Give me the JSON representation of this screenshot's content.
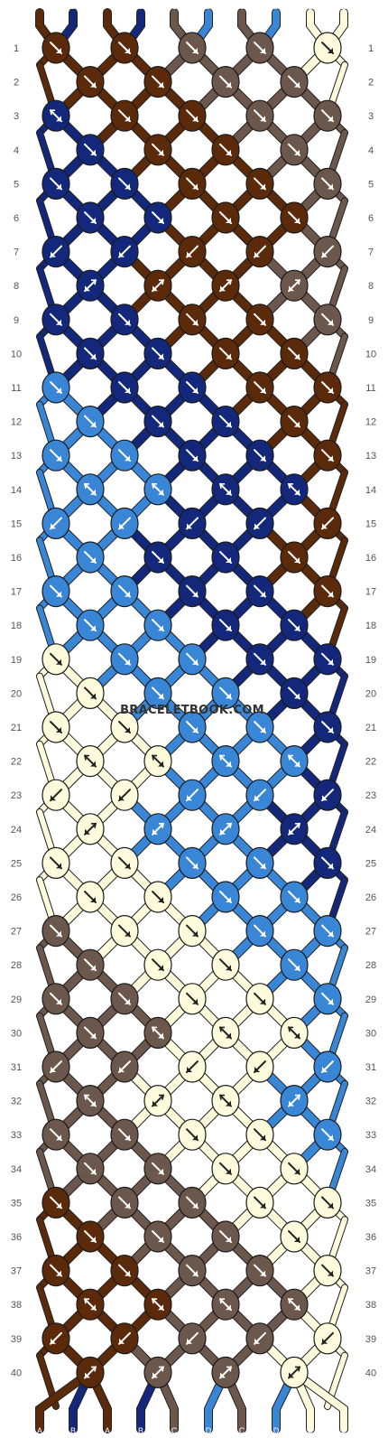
{
  "colors": {
    "A": "#5a2a0a",
    "B": "#13287a",
    "C": "#6b574b",
    "D": "#3a86d6",
    "E": "#fdfbdc"
  },
  "string_labels": [
    "A",
    "B",
    "A",
    "B",
    "C",
    "D",
    "C",
    "D",
    "E",
    "E"
  ],
  "watermark": "BRACELETBOOK.COM",
  "row_count": 40,
  "knot_rows": [
    {
      "knots": [
        {
          "c": "A",
          "d": "right"
        },
        {
          "c": "A",
          "d": "right"
        },
        {
          "c": "C",
          "d": "right"
        },
        {
          "c": "C",
          "d": "right"
        },
        {
          "c": "E",
          "d": "right"
        }
      ]
    },
    {
      "knots": [
        {
          "c": "A",
          "d": "right"
        },
        {
          "c": "A",
          "d": "right"
        },
        {
          "c": "C",
          "d": "right"
        },
        {
          "c": "C",
          "d": "right"
        }
      ]
    },
    {
      "knots": [
        {
          "c": "B",
          "d": "right-back"
        },
        {
          "c": "A",
          "d": "right"
        },
        {
          "c": "A",
          "d": "right"
        },
        {
          "c": "C",
          "d": "right"
        },
        {
          "c": "C",
          "d": "right"
        }
      ]
    },
    {
      "knots": [
        {
          "c": "B",
          "d": "right"
        },
        {
          "c": "A",
          "d": "right"
        },
        {
          "c": "A",
          "d": "right"
        },
        {
          "c": "C",
          "d": "right"
        }
      ]
    },
    {
      "knots": [
        {
          "c": "B",
          "d": "right"
        },
        {
          "c": "B",
          "d": "right"
        },
        {
          "c": "A",
          "d": "right"
        },
        {
          "c": "A",
          "d": "right"
        },
        {
          "c": "C",
          "d": "right"
        }
      ]
    },
    {
      "knots": [
        {
          "c": "B",
          "d": "right"
        },
        {
          "c": "B",
          "d": "right"
        },
        {
          "c": "A",
          "d": "right"
        },
        {
          "c": "A",
          "d": "right"
        }
      ]
    },
    {
      "knots": [
        {
          "c": "B",
          "d": "left"
        },
        {
          "c": "B",
          "d": "left"
        },
        {
          "c": "A",
          "d": "left"
        },
        {
          "c": "A",
          "d": "left"
        },
        {
          "c": "C",
          "d": "left"
        }
      ]
    },
    {
      "knots": [
        {
          "c": "B",
          "d": "left-back"
        },
        {
          "c": "A",
          "d": "left-back"
        },
        {
          "c": "A",
          "d": "left-back"
        },
        {
          "c": "C",
          "d": "left-back"
        }
      ]
    },
    {
      "knots": [
        {
          "c": "B",
          "d": "right"
        },
        {
          "c": "B",
          "d": "right"
        },
        {
          "c": "A",
          "d": "right"
        },
        {
          "c": "A",
          "d": "right"
        },
        {
          "c": "C",
          "d": "right"
        }
      ]
    },
    {
      "knots": [
        {
          "c": "B",
          "d": "right"
        },
        {
          "c": "B",
          "d": "right"
        },
        {
          "c": "A",
          "d": "right"
        },
        {
          "c": "A",
          "d": "right"
        }
      ]
    },
    {
      "knots": [
        {
          "c": "D",
          "d": "right"
        },
        {
          "c": "B",
          "d": "right"
        },
        {
          "c": "B",
          "d": "right"
        },
        {
          "c": "A",
          "d": "right"
        },
        {
          "c": "A",
          "d": "right"
        }
      ]
    },
    {
      "knots": [
        {
          "c": "D",
          "d": "right"
        },
        {
          "c": "B",
          "d": "right"
        },
        {
          "c": "B",
          "d": "right"
        },
        {
          "c": "A",
          "d": "right"
        }
      ]
    },
    {
      "knots": [
        {
          "c": "D",
          "d": "right"
        },
        {
          "c": "D",
          "d": "right"
        },
        {
          "c": "B",
          "d": "right"
        },
        {
          "c": "B",
          "d": "right"
        },
        {
          "c": "A",
          "d": "right"
        }
      ]
    },
    {
      "knots": [
        {
          "c": "D",
          "d": "right-back"
        },
        {
          "c": "D",
          "d": "right-back"
        },
        {
          "c": "B",
          "d": "right-back"
        },
        {
          "c": "B",
          "d": "right-back"
        }
      ]
    },
    {
      "knots": [
        {
          "c": "D",
          "d": "left"
        },
        {
          "c": "D",
          "d": "left"
        },
        {
          "c": "B",
          "d": "left"
        },
        {
          "c": "B",
          "d": "left"
        },
        {
          "c": "A",
          "d": "left"
        }
      ]
    },
    {
      "knots": [
        {
          "c": "D",
          "d": "right"
        },
        {
          "c": "B",
          "d": "right"
        },
        {
          "c": "B",
          "d": "right"
        },
        {
          "c": "A",
          "d": "right"
        }
      ]
    },
    {
      "knots": [
        {
          "c": "D",
          "d": "right"
        },
        {
          "c": "D",
          "d": "right"
        },
        {
          "c": "B",
          "d": "right"
        },
        {
          "c": "B",
          "d": "right"
        },
        {
          "c": "A",
          "d": "right"
        }
      ]
    },
    {
      "knots": [
        {
          "c": "D",
          "d": "right"
        },
        {
          "c": "D",
          "d": "right"
        },
        {
          "c": "B",
          "d": "right"
        },
        {
          "c": "B",
          "d": "right"
        }
      ]
    },
    {
      "knots": [
        {
          "c": "E",
          "d": "right"
        },
        {
          "c": "D",
          "d": "right"
        },
        {
          "c": "D",
          "d": "right"
        },
        {
          "c": "B",
          "d": "right"
        },
        {
          "c": "B",
          "d": "right"
        }
      ]
    },
    {
      "knots": [
        {
          "c": "E",
          "d": "right"
        },
        {
          "c": "D",
          "d": "right"
        },
        {
          "c": "D",
          "d": "right"
        },
        {
          "c": "B",
          "d": "right"
        }
      ]
    },
    {
      "knots": [
        {
          "c": "E",
          "d": "right"
        },
        {
          "c": "E",
          "d": "right"
        },
        {
          "c": "D",
          "d": "right"
        },
        {
          "c": "D",
          "d": "right"
        },
        {
          "c": "B",
          "d": "right"
        }
      ]
    },
    {
      "knots": [
        {
          "c": "E",
          "d": "right-back"
        },
        {
          "c": "E",
          "d": "right-back"
        },
        {
          "c": "D",
          "d": "right-back"
        },
        {
          "c": "D",
          "d": "right-back"
        }
      ]
    },
    {
      "knots": [
        {
          "c": "E",
          "d": "left"
        },
        {
          "c": "E",
          "d": "left"
        },
        {
          "c": "D",
          "d": "left"
        },
        {
          "c": "D",
          "d": "left"
        },
        {
          "c": "B",
          "d": "left"
        }
      ]
    },
    {
      "knots": [
        {
          "c": "E",
          "d": "left-back"
        },
        {
          "c": "D",
          "d": "left-back"
        },
        {
          "c": "D",
          "d": "left-back"
        },
        {
          "c": "B",
          "d": "left-back"
        }
      ]
    },
    {
      "knots": [
        {
          "c": "E",
          "d": "right"
        },
        {
          "c": "E",
          "d": "right"
        },
        {
          "c": "D",
          "d": "right"
        },
        {
          "c": "D",
          "d": "right"
        },
        {
          "c": "B",
          "d": "right"
        }
      ]
    },
    {
      "knots": [
        {
          "c": "E",
          "d": "right"
        },
        {
          "c": "E",
          "d": "right"
        },
        {
          "c": "D",
          "d": "right"
        },
        {
          "c": "D",
          "d": "right"
        }
      ]
    },
    {
      "knots": [
        {
          "c": "C",
          "d": "right"
        },
        {
          "c": "E",
          "d": "right"
        },
        {
          "c": "E",
          "d": "right"
        },
        {
          "c": "D",
          "d": "right"
        },
        {
          "c": "D",
          "d": "right"
        }
      ]
    },
    {
      "knots": [
        {
          "c": "C",
          "d": "right"
        },
        {
          "c": "E",
          "d": "right"
        },
        {
          "c": "E",
          "d": "right"
        },
        {
          "c": "D",
          "d": "right"
        }
      ]
    },
    {
      "knots": [
        {
          "c": "C",
          "d": "right"
        },
        {
          "c": "C",
          "d": "right"
        },
        {
          "c": "E",
          "d": "right"
        },
        {
          "c": "E",
          "d": "right"
        },
        {
          "c": "D",
          "d": "right"
        }
      ]
    },
    {
      "knots": [
        {
          "c": "C",
          "d": "right"
        },
        {
          "c": "C",
          "d": "right-back"
        },
        {
          "c": "E",
          "d": "right-back"
        },
        {
          "c": "E",
          "d": "right-back"
        }
      ]
    },
    {
      "knots": [
        {
          "c": "C",
          "d": "left"
        },
        {
          "c": "C",
          "d": "left"
        },
        {
          "c": "E",
          "d": "left"
        },
        {
          "c": "E",
          "d": "left"
        },
        {
          "c": "D",
          "d": "left"
        }
      ]
    },
    {
      "knots": [
        {
          "c": "C",
          "d": "right-back"
        },
        {
          "c": "E",
          "d": "left-back"
        },
        {
          "c": "E",
          "d": "right-back"
        },
        {
          "c": "D",
          "d": "left-back"
        }
      ]
    },
    {
      "knots": [
        {
          "c": "C",
          "d": "right"
        },
        {
          "c": "C",
          "d": "right"
        },
        {
          "c": "E",
          "d": "right"
        },
        {
          "c": "E",
          "d": "right"
        },
        {
          "c": "D",
          "d": "right"
        }
      ]
    },
    {
      "knots": [
        {
          "c": "C",
          "d": "right"
        },
        {
          "c": "C",
          "d": "right"
        },
        {
          "c": "E",
          "d": "right"
        },
        {
          "c": "E",
          "d": "right"
        }
      ]
    },
    {
      "knots": [
        {
          "c": "A",
          "d": "right"
        },
        {
          "c": "C",
          "d": "right"
        },
        {
          "c": "C",
          "d": "right"
        },
        {
          "c": "E",
          "d": "right"
        },
        {
          "c": "E",
          "d": "right"
        }
      ]
    },
    {
      "knots": [
        {
          "c": "A",
          "d": "right"
        },
        {
          "c": "C",
          "d": "right"
        },
        {
          "c": "C",
          "d": "right"
        },
        {
          "c": "E",
          "d": "right"
        }
      ]
    },
    {
      "knots": [
        {
          "c": "A",
          "d": "right"
        },
        {
          "c": "A",
          "d": "right"
        },
        {
          "c": "C",
          "d": "right"
        },
        {
          "c": "C",
          "d": "right"
        },
        {
          "c": "E",
          "d": "right"
        }
      ]
    },
    {
      "knots": [
        {
          "c": "A",
          "d": "right-back"
        },
        {
          "c": "A",
          "d": "right-back"
        },
        {
          "c": "C",
          "d": "right-back"
        },
        {
          "c": "C",
          "d": "right-back"
        }
      ]
    },
    {
      "knots": [
        {
          "c": "A",
          "d": "left"
        },
        {
          "c": "A",
          "d": "left"
        },
        {
          "c": "C",
          "d": "left"
        },
        {
          "c": "C",
          "d": "left"
        },
        {
          "c": "E",
          "d": "left"
        }
      ]
    },
    {
      "knots": [
        {
          "c": "A",
          "d": "left-back"
        },
        {
          "c": "C",
          "d": "left-back"
        },
        {
          "c": "C",
          "d": "left-back"
        },
        {
          "c": "E",
          "d": "left-back"
        }
      ]
    }
  ]
}
